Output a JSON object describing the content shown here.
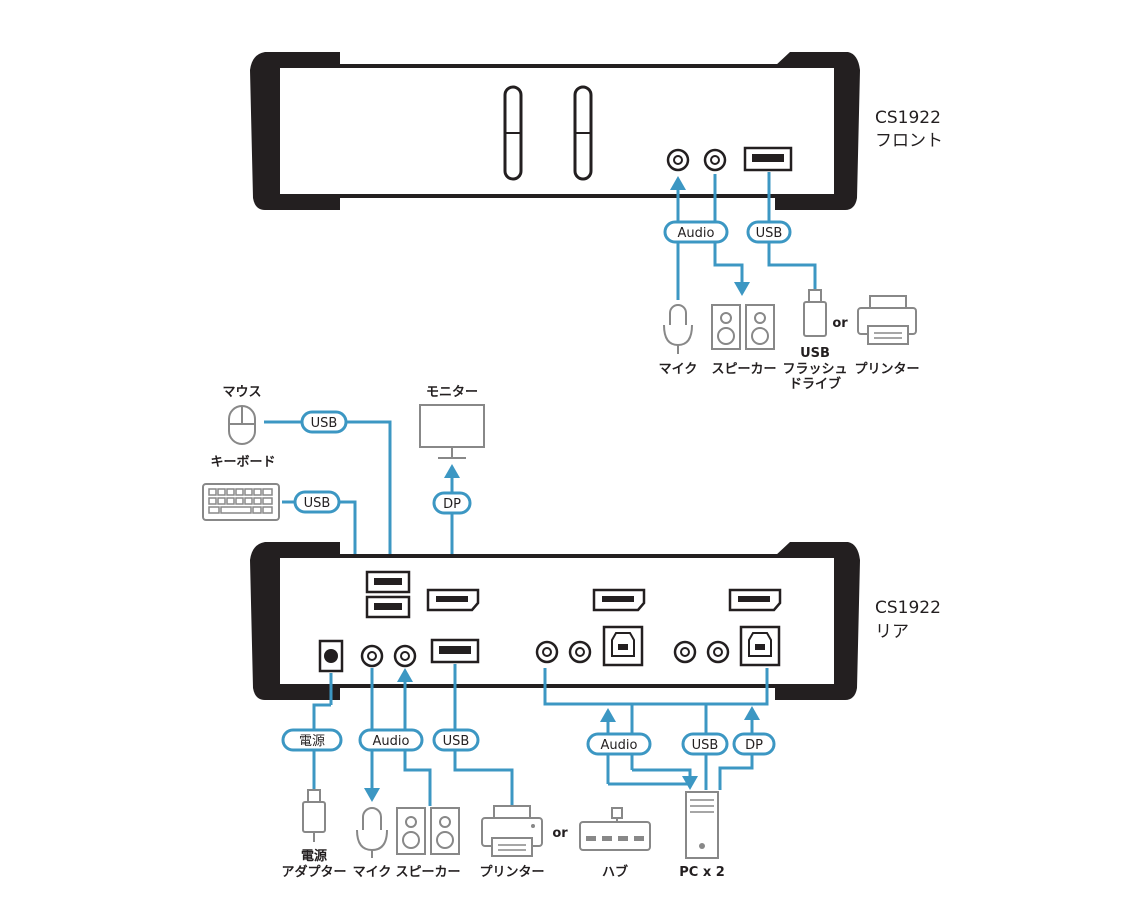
{
  "front": {
    "model": "CS1922",
    "side": "フロント"
  },
  "rear": {
    "model": "CS1922",
    "side": "リア"
  },
  "pills": {
    "front_audio": "Audio",
    "front_usb": "USB",
    "mouse_usb": "USB",
    "keyboard_usb": "USB",
    "monitor_dp": "DP",
    "power": "電源",
    "rear_audio": "Audio",
    "rear_usb": "USB",
    "pc_audio": "Audio",
    "pc_usb": "USB",
    "pc_dp": "DP"
  },
  "labels": {
    "mic_front": "マイク",
    "speaker_front": "スピーカー",
    "usb_flash_1": "USB",
    "usb_flash_2": "フラッシュ",
    "usb_flash_3": "ドライブ",
    "printer_front": "プリンター",
    "mouse": "マウス",
    "keyboard": "キーボード",
    "monitor": "モニター",
    "power_adapter_1": "電源",
    "power_adapter_2": "アダプター",
    "mic_rear": "マイク",
    "speaker_rear": "スピーカー",
    "printer_rear": "プリンター",
    "hub": "ハブ",
    "pc": "PC x 2",
    "or": "or"
  },
  "colors": {
    "cable": "#3c97c3",
    "device": "#888888",
    "chassis": "#231f20"
  }
}
